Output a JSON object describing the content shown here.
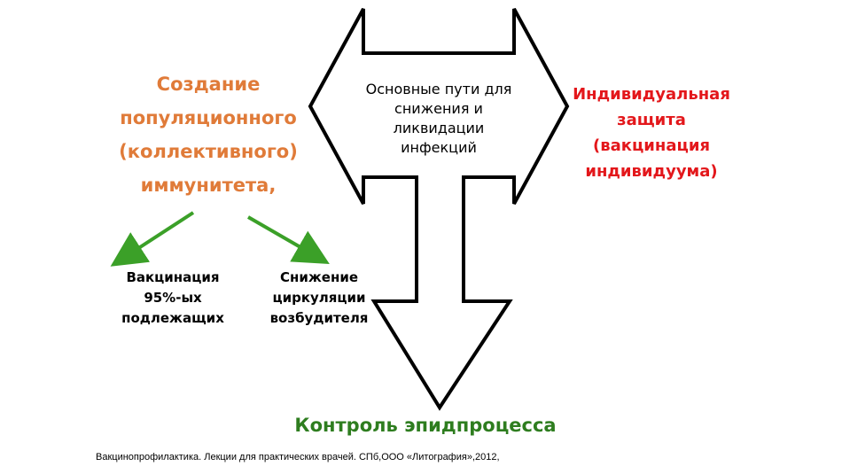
{
  "center_block": {
    "lines": [
      "Основные пути для",
      "снижения и",
      "ликвидации",
      "инфекций"
    ]
  },
  "left_block": {
    "lines": [
      "Создание",
      "популяционного",
      "(коллективного)",
      "иммунитета,"
    ]
  },
  "right_block": {
    "lines": [
      "Индивидуальная",
      "защита",
      "(вакцинация",
      "индивидуума)"
    ]
  },
  "sub_left": {
    "lines": [
      "Вакцинация",
      "95%-ых",
      "подлежащих"
    ]
  },
  "sub_right": {
    "lines": [
      "Снижение",
      "циркуляции",
      "возбудителя"
    ]
  },
  "bottom_label": "Контроль эпидпроцесса",
  "footnote": "Вакцинопрофилактика. Лекции для практических врачей. СПб,ООО «Литография»,2012,",
  "colors": {
    "left_text": "#E07B39",
    "right_text": "#E3171B",
    "bottom_text": "#2E7D1F",
    "green_arrows": "#3BA028",
    "outline": "#000000"
  }
}
